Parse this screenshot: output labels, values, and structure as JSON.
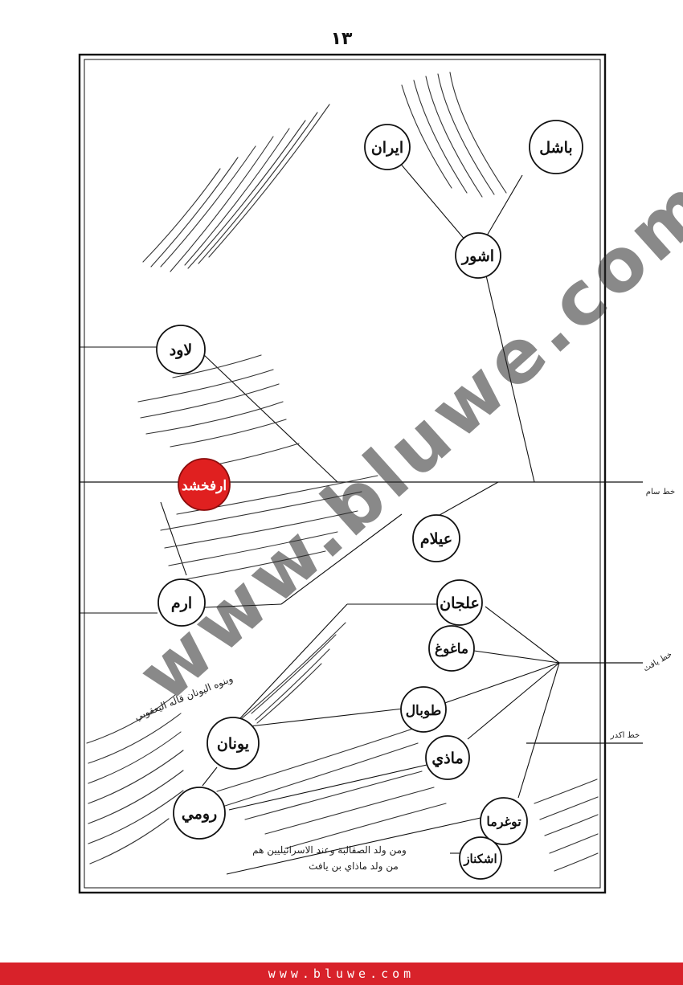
{
  "page_number": "١٣",
  "watermark": "www.bluwe.com",
  "footer": "www.bluwe.com",
  "colors": {
    "highlight": "#e02020",
    "ink": "#111111",
    "footer_bg": "#d8222a"
  },
  "nodes": {
    "bashal": "باشل",
    "iran": "ايران",
    "ashur": "اشور",
    "lawud": "لاود",
    "arfakhshad": "ارفخشد",
    "elam": "عيلام",
    "aram": "ارم",
    "aljan": "علجان",
    "maghugh": "ماغوغ",
    "tubal": "طوبال",
    "madhay": "ماذي",
    "yunan": "يونان",
    "rumi": "رومي",
    "tughurma": "توغرما",
    "ashkanaz": "اشكناز"
  },
  "side_labels": {
    "sam": "خط سام",
    "yafith": "خط يافث",
    "ukdur": "خط اكدر"
  },
  "notes": {
    "yunan_note": "وبنوه اليونان قاله اليعقوبي",
    "ashkanaz_line1": "ومن ولد الصقالبة وعند الاسرائيليين هم",
    "ashkanaz_line2": "من ولد ماذاي بن يافث"
  }
}
